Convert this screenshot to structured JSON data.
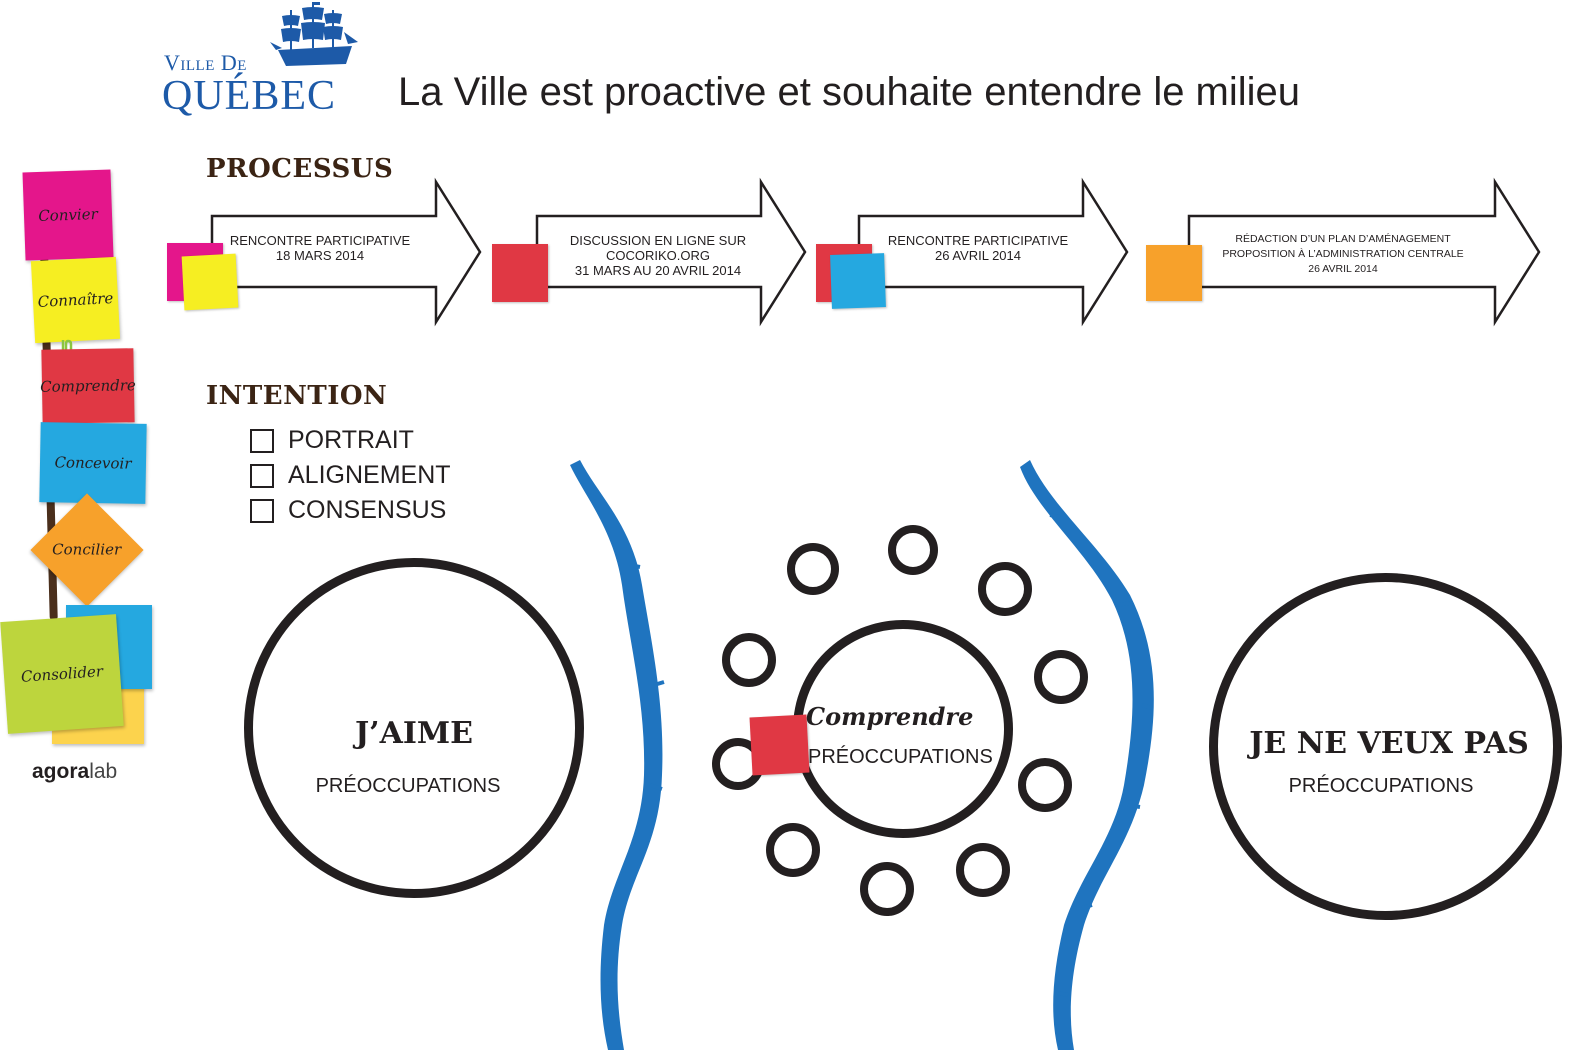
{
  "colors": {
    "brand_blue": "#1d5aa8",
    "heading_brown": "#3b2414",
    "magenta": "#e4168b",
    "yellow": "#f6ee22",
    "red": "#e03844",
    "blue": "#25a8e0",
    "orange": "#f7a12b",
    "green": "#bdd53d",
    "wave_blue": "#1f74bf"
  },
  "logo": {
    "line1": "Ville de",
    "line2": "QUÉBEC",
    "icon": "ship-icon"
  },
  "header": {
    "title": "La Ville est proactive et souhaite entendre le milieu"
  },
  "process": {
    "heading": "PROCESSUS",
    "steps": [
      {
        "lines": [
          "RENCONTRE PARTICIPATIVE",
          "18 MARS 2014"
        ]
      },
      {
        "lines": [
          "DISCUSSION EN LIGNE SUR",
          "COCORIKO.ORG",
          "31 MARS AU 20 AVRIL 2014"
        ]
      },
      {
        "lines": [
          "RENCONTRE PARTICIPATIVE",
          "26 AVRIL 2014"
        ]
      },
      {
        "lines": [
          "RÉDACTION D’UN PLAN D’AMÉNAGEMENT",
          "PROPOSITION À L’ADMINISTRATION CENTRALE",
          "26 AVRIL 2014"
        ]
      }
    ]
  },
  "intention": {
    "heading": "INTENTION",
    "options": [
      "PORTRAIT",
      "ALIGNEMENT",
      "CONSENSUS"
    ]
  },
  "sidebar": {
    "steps": [
      "Convier",
      "Connaître",
      "Comprendre",
      "Concevoir",
      "Concilier",
      "Consolider"
    ],
    "brand_bold": "agora",
    "brand_light": "lab"
  },
  "circles": {
    "left": {
      "title": "J’AIME",
      "subtitle": "PRÉOCCUPATIONS"
    },
    "center": {
      "title": "Comprendre",
      "subtitle": "PRÉOCCUPATIONS"
    },
    "right": {
      "title": "JE NE VEUX PAS",
      "subtitle": "PRÉOCCUPATIONS"
    }
  }
}
